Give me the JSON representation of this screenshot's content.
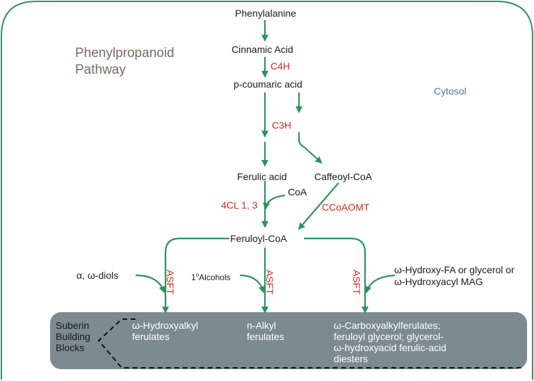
{
  "title": {
    "line1": "Phenylpropanoid",
    "line2": "Pathway"
  },
  "compartment": "Cytosol",
  "metabolites": {
    "phenylalanine": "Phenylalanine",
    "cinnamic": "Cinnamic Acid",
    "coumaric": "p-coumaric acid",
    "ferulic": "Ferulic acid",
    "caffeoyl": "Caffeoyl-CoA",
    "coa": "CoA",
    "feruloyl": "Feruloyl-CoA",
    "diols": "α, ω-diols",
    "alcohols_sup": "1",
    "alcohols_o": "o",
    "alcohols": "Alcohols",
    "hydroxyfa_1": "ω-Hydroxy-FA or glycerol or",
    "hydroxyfa_2": "ω-Hydroxyacyl MAG"
  },
  "enzymes": {
    "c4h": "C4H",
    "c3h": "C3H",
    "cl": "4CL 1, 3",
    "ccoaomt": "CCoAOMT",
    "asft": "ASFT"
  },
  "box": {
    "label_1": "Suberin",
    "label_2": "Building",
    "label_3": "Blocks",
    "p1_1": "ω-Hydroxyalkyl",
    "p1_2": "ferulates",
    "p2_1": "n-Alkyl",
    "p2_2": "ferulates",
    "p3_1": "ω-Carboxyalkylferulates;",
    "p3_2": "feruloyl glycerol; glycerol-",
    "p3_3": "ω-hydroxyacid ferulic-acid",
    "p3_4": "diesters"
  },
  "colors": {
    "arrow": "#2e9160",
    "enzyme": "#d42a1e",
    "box": "#7d8b8f",
    "border": "#2e9160"
  }
}
